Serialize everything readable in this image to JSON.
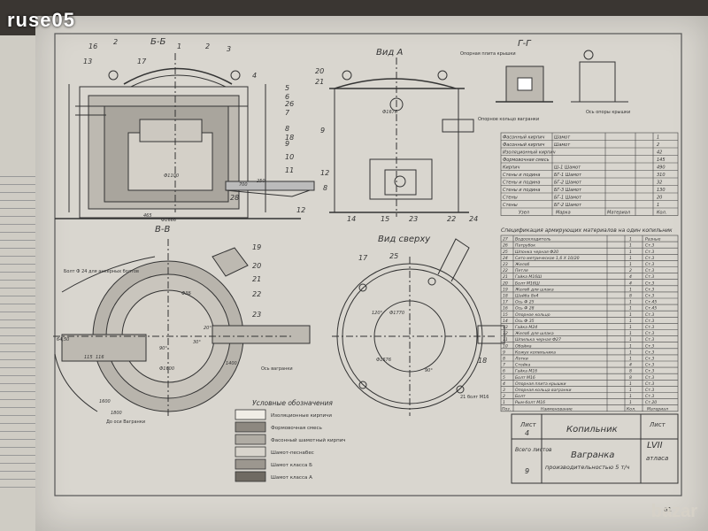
{
  "watermark": "ruse05",
  "bazar_logo": "bazar",
  "page_number": "61",
  "views": {
    "section_bb": "Б-Б",
    "view_a": "Вид А",
    "section_gg": "Г-Г",
    "section_vv": "В-В",
    "view_top": "Вид сверху"
  },
  "callouts_bb": [
    "16",
    "2",
    "1",
    "2",
    "3",
    "4",
    "5",
    "6",
    "7",
    "8",
    "9",
    "10",
    "11",
    "12",
    "13",
    "17",
    "18",
    "26",
    "28"
  ],
  "callouts_a": [
    "20",
    "21",
    "9",
    "12",
    "14",
    "15",
    "23",
    "22",
    "24",
    "8"
  ],
  "callouts_vv": [
    "19",
    "20",
    "21",
    "22",
    "23"
  ],
  "callouts_top": [
    "17",
    "25",
    "18"
  ],
  "notes": {
    "gg_plate": "Опорная плита крышки",
    "gg_ring": "Опорное кольцо вагранки",
    "gg_support": "Ось опоры крышки",
    "vv_bolts": "Болт Ф 24 для анкерных болтов",
    "vv_axis": "Ось вагранки",
    "vv_center": "До оси Вагранки",
    "top_weld": "21 болт М16"
  },
  "legend": {
    "title": "Условные обозначения",
    "items": [
      "Изоляционные кирпичи",
      "Формовочная смесь",
      "Фасонный шамотный кирпич",
      "Шамот-песнабес",
      "Шамот класса Б",
      "Шамот класса А"
    ]
  },
  "spec_bricks": {
    "rows": [
      [
        "Фасонный кирпич",
        "Шамот",
        "1"
      ],
      [
        "Фасонный кирпич",
        "Шамот",
        "2"
      ],
      [
        "Изоляционный кирпич",
        "",
        "42"
      ],
      [
        "Формовочная смесь",
        "",
        "145"
      ],
      [
        "Кирпич",
        "Ш-1 Шамот",
        "490"
      ],
      [
        "Стены и подина",
        "БГ-1 Шамот",
        "310"
      ],
      [
        "Стены и подина",
        "БГ-2 Шамот",
        "32"
      ],
      [
        "Стены и подина",
        "БГ-3 Шамот",
        "130"
      ],
      [
        "Стены",
        "БГ-1 Шамот",
        "20"
      ],
      [
        "Стены",
        "БГ-2 Шамот",
        "1"
      ]
    ],
    "footer": [
      "Узел",
      "Марка",
      "Материал",
      "Кол."
    ]
  },
  "spec_title": "Спецификация армирующих материалов на один копильник",
  "spec_parts": [
    [
      "27",
      "Водоохладитель",
      "1",
      "Разные"
    ],
    [
      "26",
      "Патрубок",
      "1",
      "Ст.3"
    ],
    [
      "25",
      "Шпонка черная Ф20",
      "1",
      "Ст.3"
    ],
    [
      "24",
      "Сито метрическое 1,6 Х 10/20",
      "1",
      "Ст.3"
    ],
    [
      "23",
      "Желоб",
      "1",
      "Ст.3"
    ],
    [
      "22",
      "Петля",
      "2",
      "Ст.3"
    ],
    [
      "21",
      "Гайка М16Ш",
      "4",
      "Ст.3"
    ],
    [
      "20",
      "Болт М16Ш",
      "4",
      "Ст.3"
    ],
    [
      "19",
      "Желоб для шлака",
      "1",
      "Ст.3"
    ],
    [
      "18",
      "Шайба 8х4",
      "8",
      "Ст.3"
    ],
    [
      "17",
      "Ось Ф 25",
      "1",
      "Ст.45"
    ],
    [
      "16",
      "Ось Ф 28",
      "1",
      "Ст.45"
    ],
    [
      "15",
      "Опорное кольцо",
      "1",
      "Ст.3"
    ],
    [
      "14",
      "Ось Ф 35",
      "1",
      "Ст.3"
    ],
    [
      "13",
      "Гайка М24",
      "1",
      "Ст.3"
    ],
    [
      "12",
      "Желоб для шлака",
      "1",
      "Ст.3"
    ],
    [
      "11",
      "Шпилька черная Ф27",
      "1",
      "Ст.3"
    ],
    [
      "10",
      "Обойма",
      "1",
      "Ст.3"
    ],
    [
      "9",
      "Кожух копильника",
      "1",
      "Ст.3"
    ],
    [
      "8",
      "Лотки",
      "1",
      "Ст.3"
    ],
    [
      "7",
      "Стойка",
      "4",
      "Ст.3"
    ],
    [
      "6",
      "Гайка М16",
      "8",
      "Ст.3"
    ],
    [
      "5",
      "Болт М16",
      "8",
      "Ст.3"
    ],
    [
      "4",
      "Опорная плита крышки",
      "1",
      "Ст.3"
    ],
    [
      "3",
      "Опорная кольца вагранки",
      "1",
      "Ст.3"
    ],
    [
      "2",
      "Болт",
      "1",
      "Ст.3"
    ],
    [
      "1",
      "Рым-болт М16",
      "1",
      "Ст.20"
    ]
  ],
  "spec_parts_header": [
    "Поз.",
    "Наименование",
    "Кол.",
    "Материал"
  ],
  "title_block": {
    "sheet_label": "Лист",
    "sheet_no": "4",
    "total_label": "Всего листов",
    "total_no": "9",
    "name": "Копильник",
    "product": "Вагранка",
    "productivity": "производительностью 5 т/ч",
    "atlas_sheet_label": "Лист",
    "atlas_sheet_no": "LVII",
    "atlas_label": "атласа"
  },
  "dimensions": [
    "Ф1666",
    "Ф1100",
    "Ф1676",
    "Ф1770",
    "Ф1576",
    "Ф1600",
    "1400",
    "1800",
    "1600",
    "Ф3Б",
    "465",
    "250",
    "64,50",
    "115",
    "116",
    "90°",
    "30°",
    "20°",
    "120°",
    "90°",
    "700"
  ]
}
